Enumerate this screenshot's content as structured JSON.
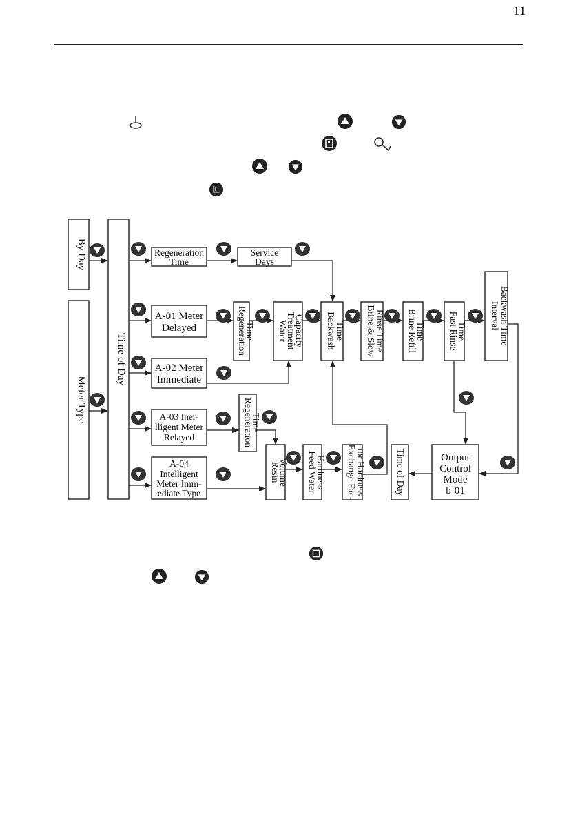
{
  "page": {
    "number": "11"
  },
  "colors": {
    "ink": "#111111",
    "button_fill": "#222222",
    "paper": "#ffffff"
  },
  "icons": {
    "line1": [
      "clock-settings-icon",
      "up-button-icon",
      "down-button-icon"
    ],
    "line2": [
      "menu-button-icon",
      "unlock-key-icon"
    ],
    "line3": [
      "up-button-icon",
      "down-button-icon"
    ],
    "line4": [
      "enter-button-icon"
    ],
    "footer1": [
      "return-button-icon"
    ],
    "footer2": [
      "up-button-icon",
      "down-button-icon"
    ]
  },
  "diagram": {
    "by_day": "By Day",
    "meter_type": "Meter Type",
    "time_of_day": "Time of Day",
    "regen_time_day": [
      "Regeneration",
      "Time"
    ],
    "service_days": [
      "Service",
      "Days"
    ],
    "a01": [
      "A-01 Meter",
      "Delayed"
    ],
    "a02": [
      "A-02 Meter",
      "Immediate"
    ],
    "a03": [
      "A-03 Iner-",
      "lligent Meter",
      "Relayed"
    ],
    "a04": [
      "A-04",
      "Intelligent",
      "Meter Imm-",
      "ediate Type"
    ],
    "regen_time_v1": [
      "Regeneration",
      "Time"
    ],
    "water_treatment": [
      "Water",
      "Treatment",
      "Capacity"
    ],
    "backwash": [
      "Backwash",
      "Time"
    ],
    "brine_slow": [
      "Brine & Slow",
      "Rinse Time"
    ],
    "brine_refill": [
      "Brine Refill",
      "Time"
    ],
    "fast_rinse": [
      "Fast Rinse",
      "Time"
    ],
    "interval_backwash": [
      "Interval",
      "Backwash Time"
    ],
    "regen_time_v2": [
      "Regeneration",
      "Time"
    ],
    "resin_volume": [
      "Resin",
      "Volume"
    ],
    "feed_water": [
      "Feed Water",
      "Hardness"
    ],
    "exchange_factor": [
      "Exchange Fac-",
      "tor Hardness"
    ],
    "time_of_day_2": "Time of Day",
    "output_control": [
      "Output",
      "Control",
      "Mode",
      "b-01"
    ]
  }
}
